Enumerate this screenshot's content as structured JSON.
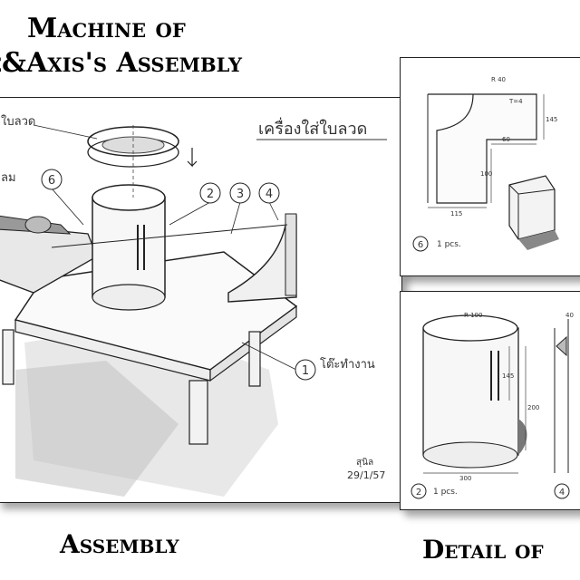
{
  "title": {
    "line1": "Machine of",
    "line2": "e&Axis's Assembly"
  },
  "captions": {
    "assembly": "Assembly",
    "detail": "Detail of"
  },
  "main_drawing": {
    "heading_thai": "เครื่องใส่ใบลวด",
    "label_top_left": "ใบลวด",
    "label_left": "ลม",
    "label_table": "โต๊ะทำงาน",
    "callouts": [
      "1",
      "2",
      "3",
      "4",
      "6"
    ],
    "signature": "สุนิล",
    "date": "29/1/57"
  },
  "detail_top": {
    "part_no": "6",
    "qty": "1 pcs.",
    "dims": [
      "R 40",
      "T=4",
      "145",
      "60",
      "115",
      "100"
    ]
  },
  "detail_bottom": {
    "part_no": "2",
    "qty": "1 pcs.",
    "dims": [
      "R 100",
      "145",
      "200",
      "300",
      "40"
    ],
    "side_part_no": "4"
  }
}
